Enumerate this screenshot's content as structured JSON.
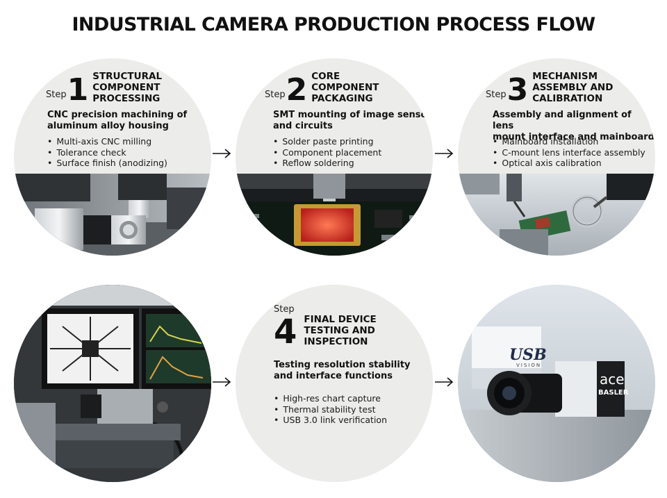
{
  "title": "INDUSTRIAL CAMERA PRODUCTION PROCESS FLOW",
  "step_word": "Step",
  "steps": [
    {
      "number": "1",
      "title_lines": [
        "STRUCTURAL",
        "COMPONENT",
        "PROCESSING"
      ],
      "subtitle_lines": [
        "CNC precision machining of",
        "aluminum alloy housing"
      ],
      "bullets": [
        "Multi-axis CNC milling",
        "Tolerance check",
        "Surface finish (anodizing)"
      ]
    },
    {
      "number": "2",
      "title_lines": [
        "CORE",
        "COMPONENT",
        "PACKAGING"
      ],
      "subtitle_lines": [
        "SMT mounting of image sensor",
        "and circuits"
      ],
      "bullets": [
        "Solder paste printing",
        "Component placement",
        "Reflow soldering"
      ]
    },
    {
      "number": "3",
      "title_lines": [
        "MECHANISM",
        "ASSEMBLY AND",
        "CALIBRATION"
      ],
      "subtitle_lines": [
        "Assembly and alignment of lens",
        "mount interface and mainboard"
      ],
      "bullets": [
        "Mainboard installation",
        "C-mount lens interface assembly",
        "Optical axis calibration"
      ]
    },
    {
      "number": "4",
      "title_lines": [
        "FINAL DEVICE",
        "TESTING AND",
        "INSPECTION"
      ],
      "subtitle_lines": [
        "Testing resolution stability",
        "and interface functions"
      ],
      "bullets": [
        "High-res chart capture",
        "Thermal stability test",
        "USB 3.0 link verification"
      ]
    }
  ],
  "product_box": {
    "brand": "USB",
    "sub": "VISION"
  },
  "camera": {
    "brand": "ace",
    "maker": "BASLER"
  },
  "icons": {
    "arrow": "arrow-right-icon"
  },
  "colors": {
    "circle_bg": "#ececea",
    "text": "#111111",
    "sensor": "#e2453a"
  }
}
